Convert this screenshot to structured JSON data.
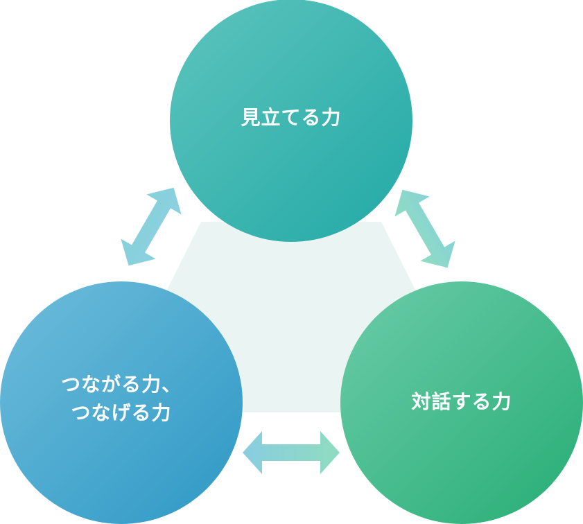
{
  "nodes": {
    "top": {
      "label": "見立てる力"
    },
    "left": {
      "line1": "つながる力、",
      "line2": "つなげる力"
    },
    "right": {
      "label": "対話する力"
    }
  },
  "colors": {
    "top_light": "#5ec4bd",
    "top_dark": "#22a9a6",
    "left_light": "#6fbddb",
    "left_dark": "#2d98c5",
    "right_light": "#6cccaa",
    "right_dark": "#26ad74",
    "center_fill": "#eaf4f2",
    "arrow_blue": "#88cde0",
    "arrow_green": "#8fdcc0"
  }
}
